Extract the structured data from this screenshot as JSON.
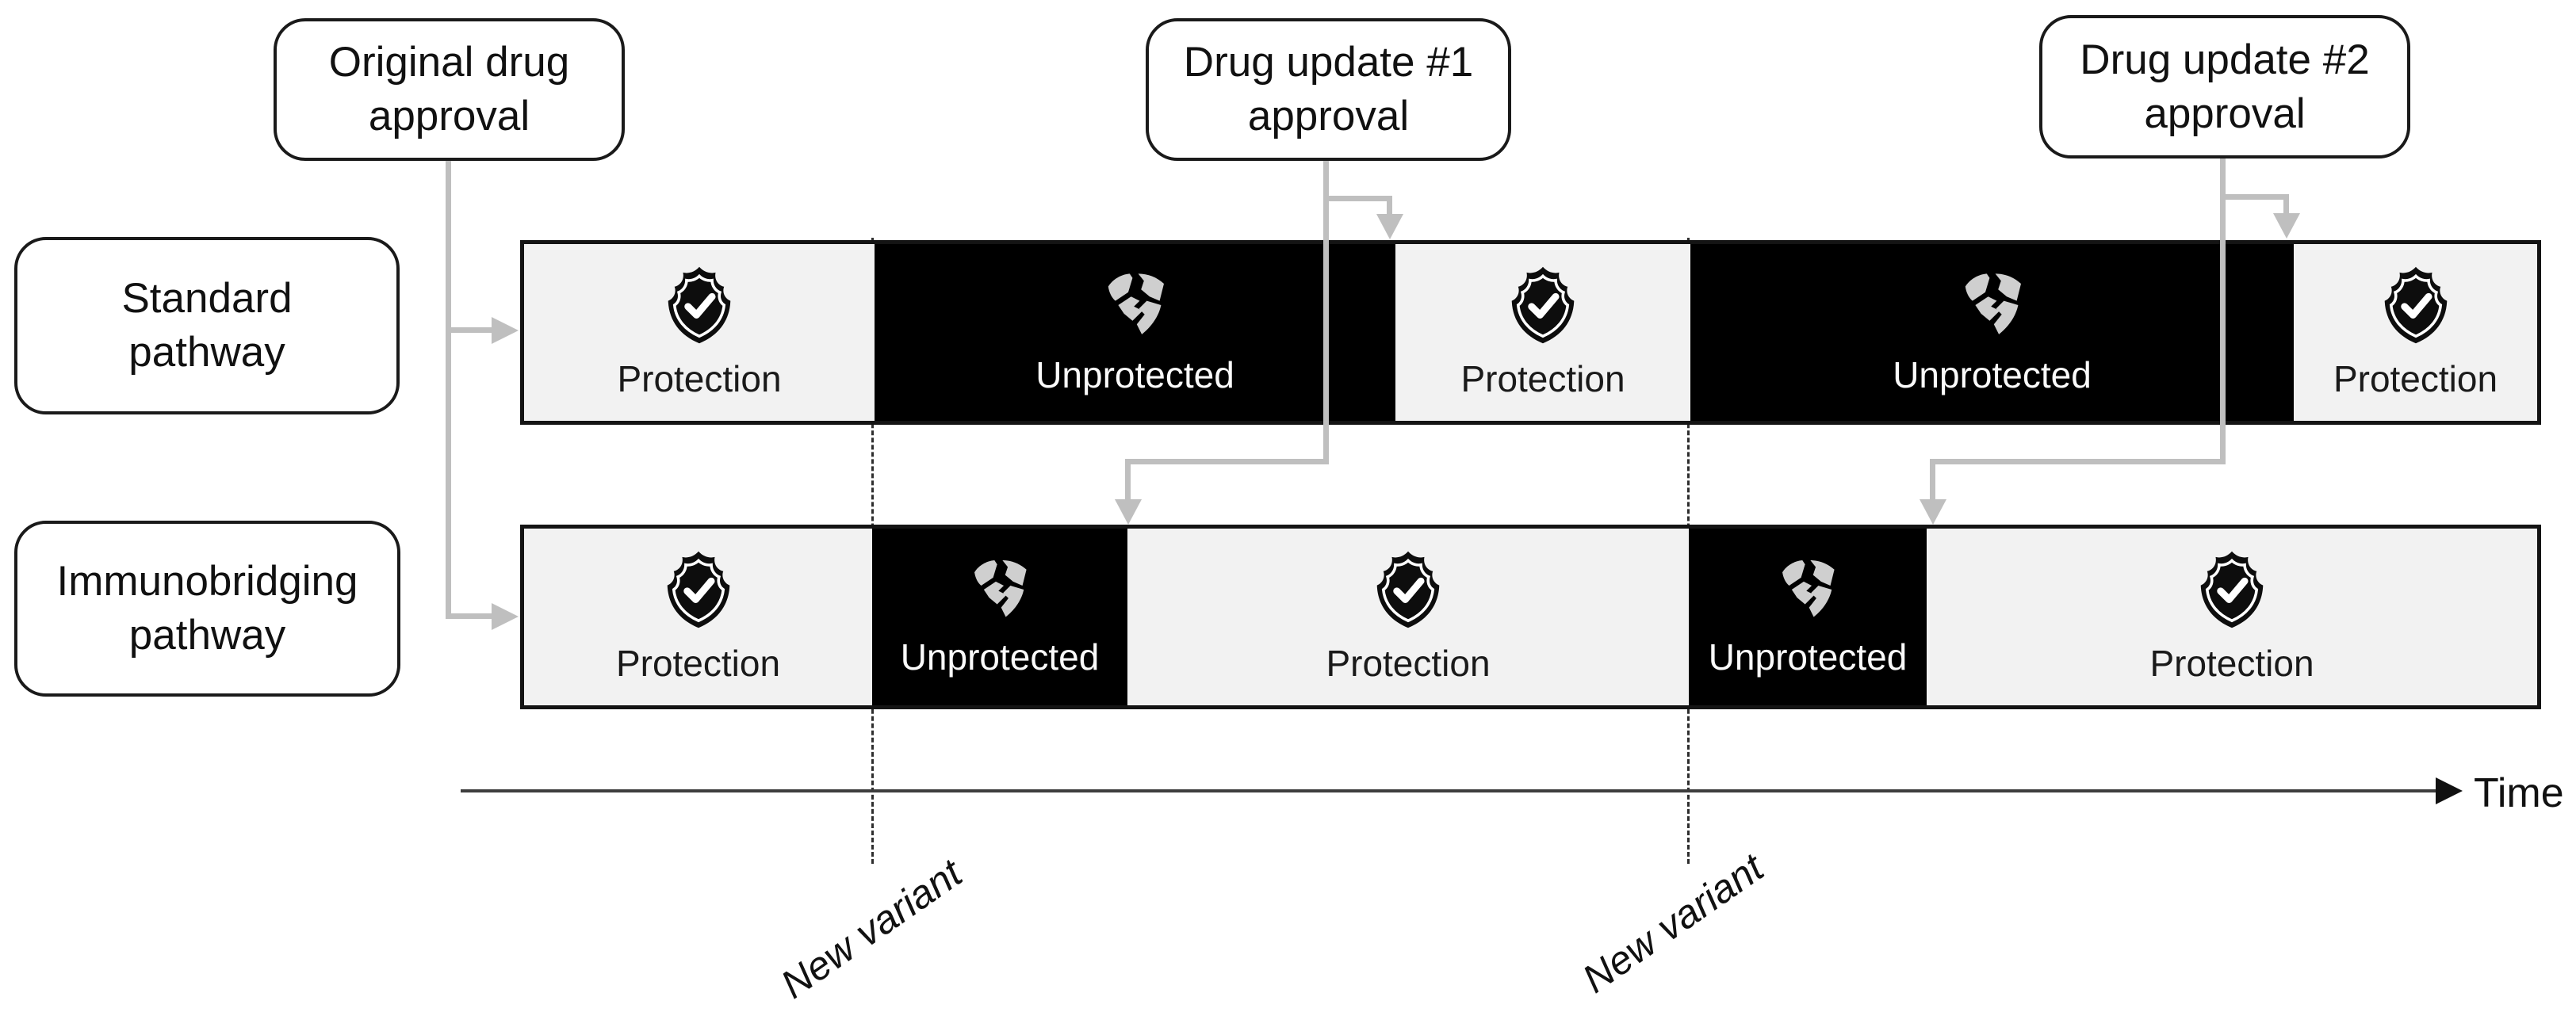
{
  "diagram": {
    "approvals": [
      {
        "label": "Original drug approval"
      },
      {
        "label": "Drug update #1 approval"
      },
      {
        "label": "Drug update #2 approval"
      }
    ],
    "pathways": [
      {
        "label": "Standard pathway",
        "segments": [
          {
            "state": "protection",
            "label": "Protection",
            "icon": "shield-check-icon",
            "width_frac": 0.174
          },
          {
            "state": "unprotected",
            "label": "Unprotected",
            "icon": "shield-broken-icon",
            "width_frac": 0.259
          },
          {
            "state": "protection",
            "label": "Protection",
            "icon": "shield-check-icon",
            "width_frac": 0.147
          },
          {
            "state": "unprotected",
            "label": "Unprotected",
            "icon": "shield-broken-icon",
            "width_frac": 0.3
          },
          {
            "state": "protection",
            "label": "Protection",
            "icon": "shield-check-icon",
            "width_frac": 0.121
          }
        ]
      },
      {
        "label": "Immunobridging pathway",
        "segments": [
          {
            "state": "protection",
            "label": "Protection",
            "icon": "shield-check-icon",
            "width_frac": 0.173
          },
          {
            "state": "unprotected",
            "label": "Unprotected",
            "icon": "shield-broken-icon",
            "width_frac": 0.127
          },
          {
            "state": "protection",
            "label": "Protection",
            "icon": "shield-check-icon",
            "width_frac": 0.279
          },
          {
            "state": "unprotected",
            "label": "Unprotected",
            "icon": "shield-broken-icon",
            "width_frac": 0.118
          },
          {
            "state": "protection",
            "label": "Protection",
            "icon": "shield-check-icon",
            "width_frac": 0.303
          }
        ]
      }
    ],
    "variant_markers": [
      {
        "label": "New variant"
      },
      {
        "label": "New variant"
      }
    ],
    "axis": {
      "label": "Time"
    },
    "colors": {
      "protection_bg": "#f2f2f2",
      "unprotected_bg": "#000000",
      "connector_gray": "#bfbfbf",
      "broken_shield_gray": "#cfcfcf",
      "axis_line": "#3d3d3d"
    }
  }
}
